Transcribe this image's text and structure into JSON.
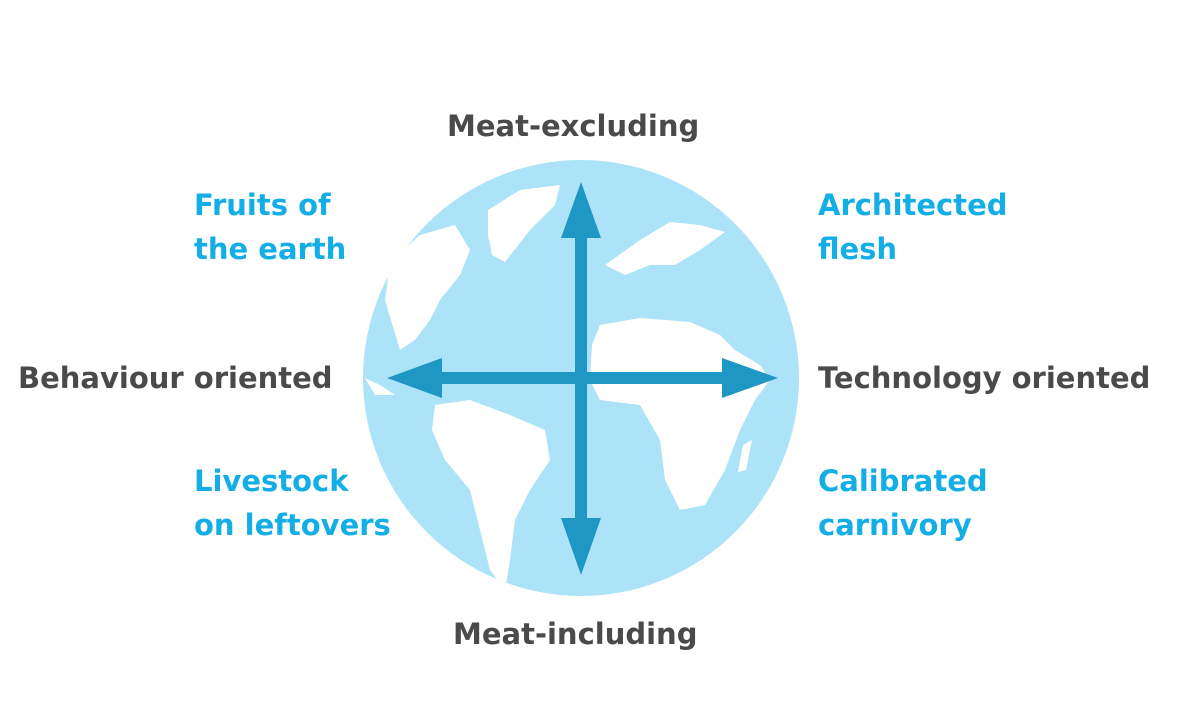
{
  "axes": {
    "top": "Meat-excluding",
    "bottom": "Meat-including",
    "left": "Behaviour oriented",
    "right": "Technology oriented"
  },
  "quadrants": {
    "top_left": [
      "Fruits of",
      "the earth"
    ],
    "top_right": [
      "Architected",
      "flesh"
    ],
    "bottom_left": [
      "Livestock",
      "on leftovers"
    ],
    "bottom_right": [
      "Calibrated",
      "carnivory"
    ]
  },
  "colors": {
    "globe": "#ade3f9",
    "land": "#ffffff",
    "arrows": "#1f97c4",
    "axis_text": "#4a4a4a",
    "quadrant_text": "#14aee6"
  }
}
